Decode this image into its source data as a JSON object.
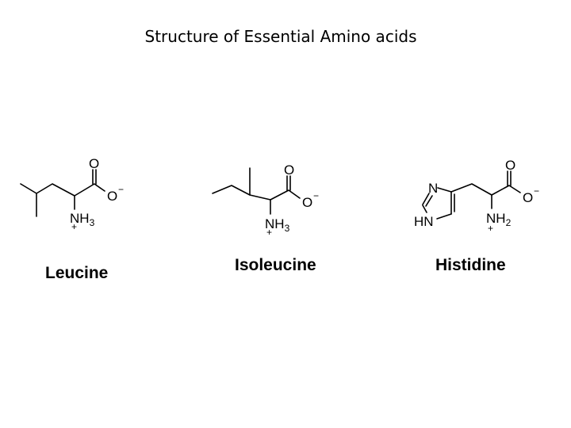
{
  "title": "Structure of Essential Amino acids",
  "atoms": {
    "oxygen": "O",
    "nitrogen": "N",
    "ammonium": "NH",
    "ammonium_sub": "3",
    "amine": "NH",
    "amine_sub": "2",
    "ring_nh": "HN",
    "minus": "−",
    "plus": "+"
  },
  "molecules": [
    {
      "name": "Leucine"
    },
    {
      "name": "Isoleucine"
    },
    {
      "name": "Histidine"
    }
  ]
}
